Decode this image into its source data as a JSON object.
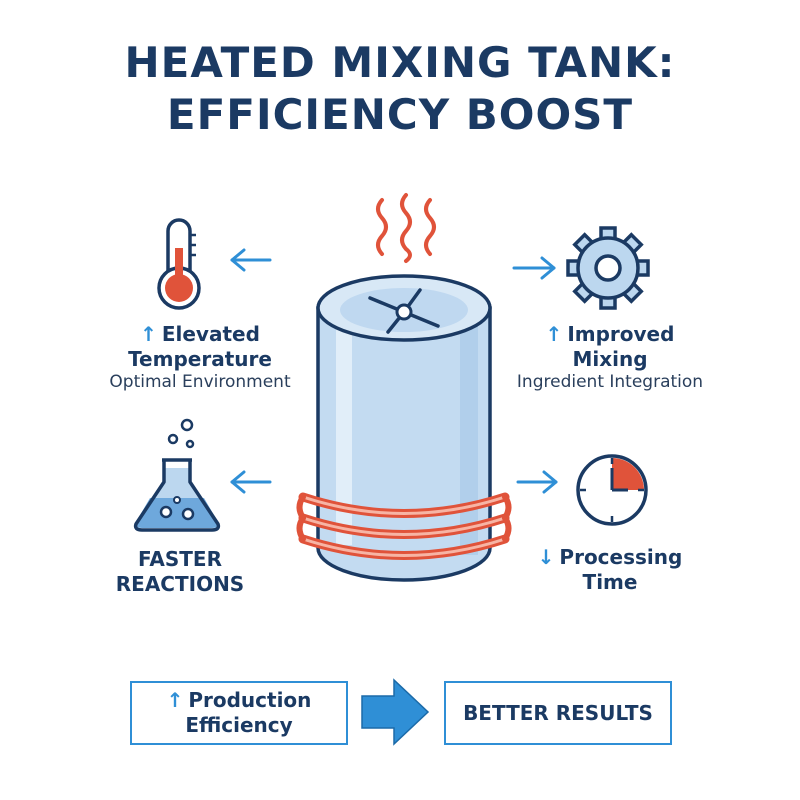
{
  "title": {
    "line1": "HEATED MIXING TANK:",
    "line2": "EFFICIENCY BOOST"
  },
  "labels": {
    "temperature": {
      "arrow": "↑",
      "line1": "Elevated",
      "line2": "Temperature",
      "sub": "Optimal Environment"
    },
    "mixing": {
      "arrow": "↑",
      "line1": "Improved",
      "line2": "Mixing",
      "sub": "Ingredient Integration"
    },
    "reactions": {
      "line1": "FASTER",
      "line2": "REACTIONS"
    },
    "processing": {
      "arrow": "↓",
      "line1": "Processing",
      "line2": "Time"
    }
  },
  "bottom": {
    "production": {
      "arrow": "↑",
      "line1": "Production",
      "line2": "Efficiency"
    },
    "results": "BETTER RESULTS"
  },
  "icons": {
    "thermometer": "thermometer-icon",
    "gear": "gear-icon",
    "flask": "flask-icon",
    "clock": "clock-icon",
    "tank": "mixing-tank-icon",
    "heat": "heat-waves-icon"
  },
  "colors": {
    "navy": "#1b3a63",
    "blue": "#2f8fd6",
    "red": "#e0533a",
    "tank": "#bcd7ef"
  }
}
